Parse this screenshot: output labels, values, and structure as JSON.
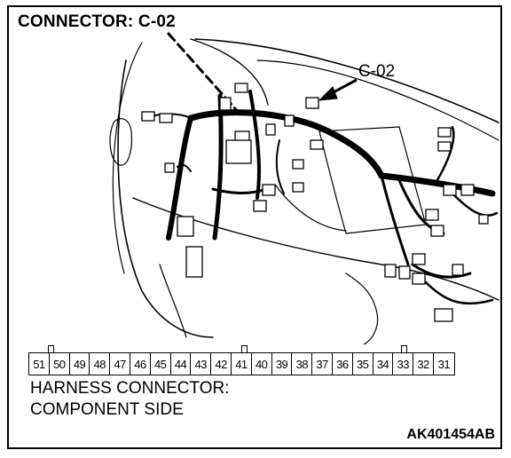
{
  "title": "CONNECTOR: C-02",
  "callout_label": "C-02",
  "connector_pins": [
    "51",
    "50",
    "49",
    "48",
    "47",
    "46",
    "45",
    "44",
    "43",
    "42",
    "41",
    "40",
    "39",
    "38",
    "37",
    "36",
    "35",
    "34",
    "33",
    "32",
    "31"
  ],
  "caption_line1": "HARNESS CONNECTOR:",
  "caption_line2": "COMPONENT SIDE",
  "figure_code": "AK401454AB"
}
